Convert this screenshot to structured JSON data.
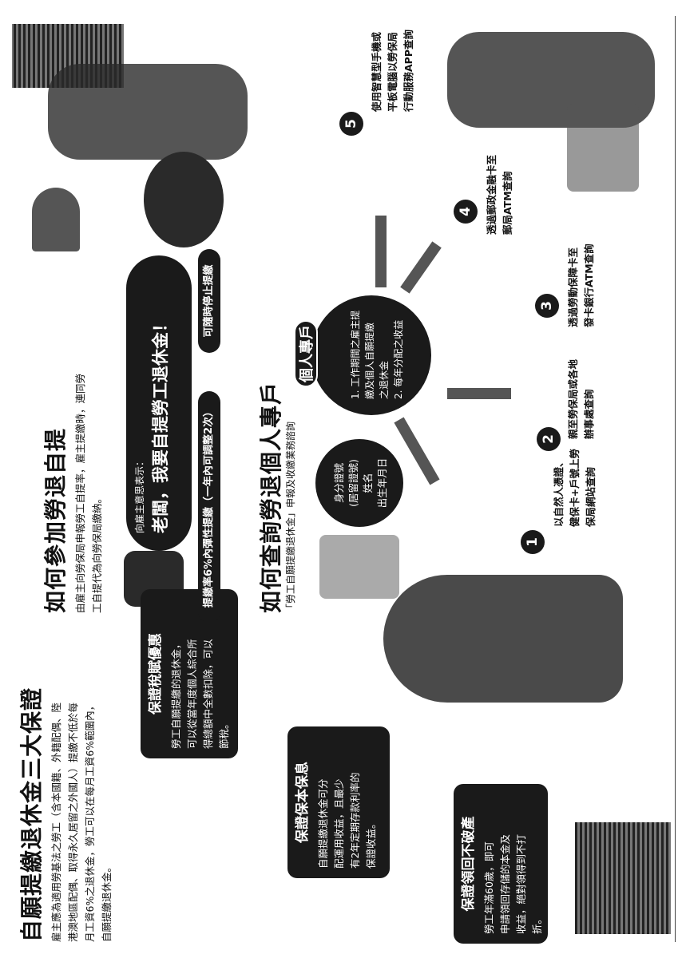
{
  "section1": {
    "title": "自願提繳退休金三大保證",
    "body": [
      "雇主應為適用勞基法之勞工（含本國籍、外籍配偶、陸",
      "港澳地區配偶、取得永久居留之外國人）提繳不低於每",
      "月工資6%之退休金，勞工可以在每月工資6%範圍內，",
      "自願提繳退休金。"
    ],
    "cards": [
      {
        "title": "保證領回不破產",
        "lines": [
          "勞工年滿60歲，即可",
          "申請領回存儲的本金及",
          "收益，絕對領得到不打",
          "折。"
        ]
      },
      {
        "title": "保證保本保息",
        "lines": [
          "自願提繳退休金可分",
          "配運用收益，且最少",
          "有2年定期存款利率的",
          "保證收益。"
        ]
      },
      {
        "title": "保證稅賦優惠",
        "lines": [
          "勞工自願提繳的退休金，",
          "可以從當年度個人綜合所",
          "得總額中全數扣除，可以",
          "節稅。"
        ]
      }
    ]
  },
  "section2": {
    "title": "如何參加勞退自提",
    "body": [
      "由雇主向勞保局申報勞工自提率，雇主提繳時，連同勞",
      "工自提代為向勞保局繳納。"
    ],
    "speech_small": "向雇主意思表示：",
    "speech_big": "老闆，我要自提勞工退休金！",
    "pill_left": "提繳率6%內彈性提繳（一年內可調整2次）",
    "pill_right": "可隨時停止提繳"
  },
  "section3": {
    "title": "如何查詢勞退個人專戶",
    "subtitle": "「勞工自願提繳退休金」申報及收繳業務諮詢",
    "id_bubble": [
      "身分證號",
      "(居留證號)",
      "姓名",
      "出生年月日"
    ],
    "hub_title": "個人專戶",
    "hub_lines": [
      "1. 工作期間之雇主提",
      "繳及個人自願提繳",
      "之退休金",
      "2. 每年分配之收益"
    ],
    "steps": [
      {
        "num": "1",
        "lines": [
          "以自然人憑證、",
          "健保卡+戶號上勞",
          "保局網站查詢"
        ]
      },
      {
        "num": "2",
        "lines": [
          "親至勞保局或各地",
          "辦事處查詢"
        ]
      },
      {
        "num": "3",
        "lines": [
          "透過勞動保障卡至",
          "發卡銀行ATM查詢"
        ]
      },
      {
        "num": "4",
        "lines": [
          "透過郵政金融卡至",
          "郵局ATM查詢"
        ]
      },
      {
        "num": "5",
        "lines": [
          "使用智慧型手機或",
          "平板電腦以勞保局",
          "行動服務APP查詢"
        ]
      }
    ]
  }
}
